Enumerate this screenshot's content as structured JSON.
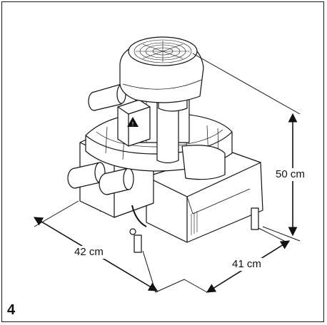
{
  "figure": {
    "number": "4",
    "dimensions": {
      "height": "50 cm",
      "width": "42 cm",
      "depth": "41 cm"
    },
    "icons": {
      "warning": "warning-triangle-icon"
    }
  }
}
